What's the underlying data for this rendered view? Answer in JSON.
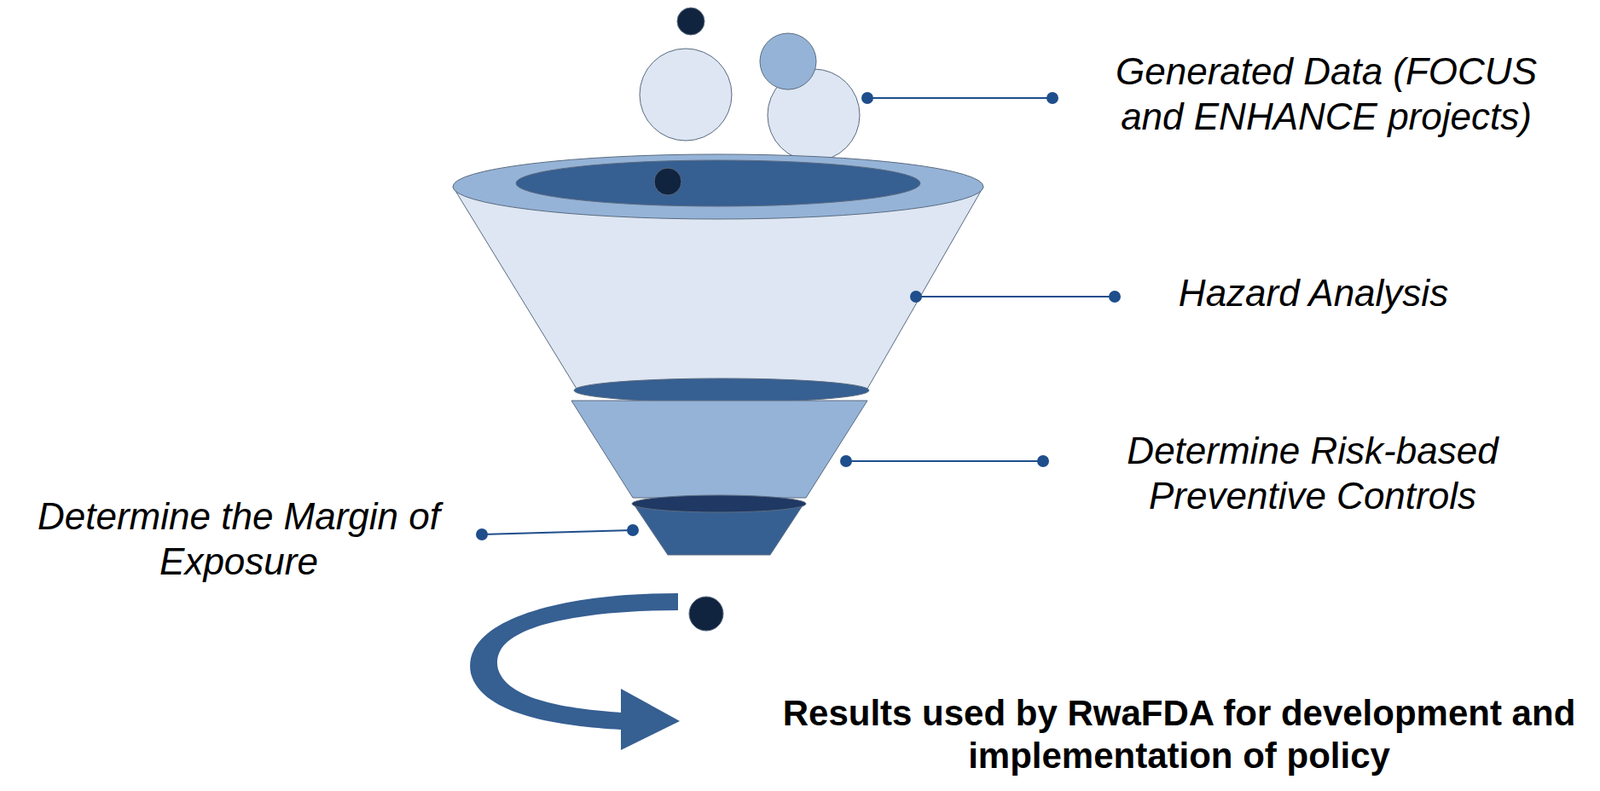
{
  "diagram": {
    "labels": [
      "Generated Data (FOCUS and ENHANCE projects)",
      "Hazard Analysis",
      "Determine Risk-based Preventive Controls",
      "Determine the Margin of Exposure",
      "Results used by RwaFDA for development and implementation of policy"
    ]
  }
}
